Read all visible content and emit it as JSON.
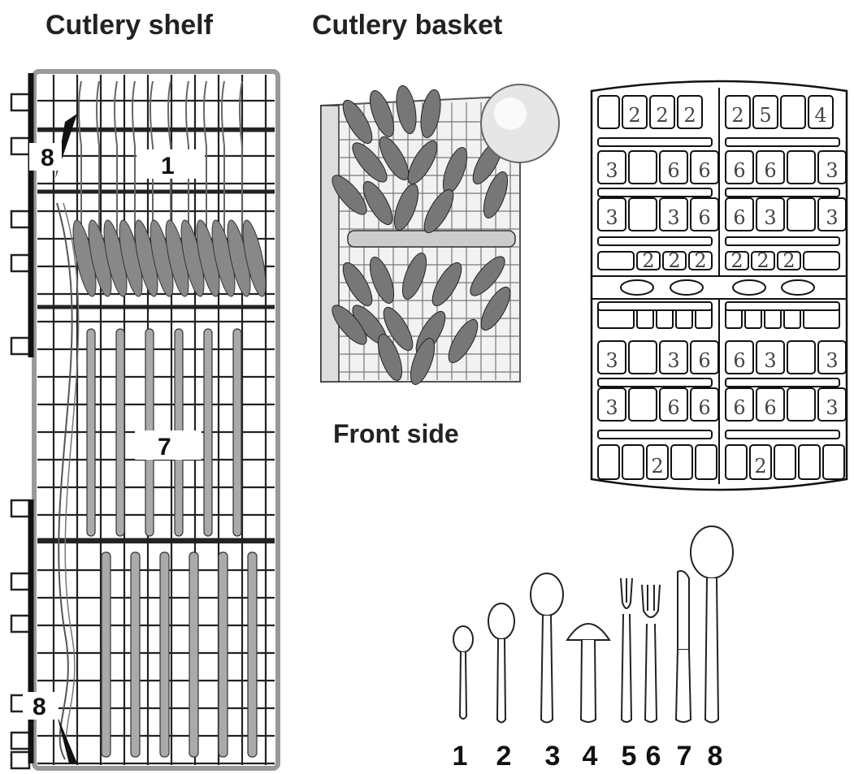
{
  "titles": {
    "shelf": "Cutlery shelf",
    "basket": "Cutlery basket",
    "front": "Front side"
  },
  "shelf_labels": {
    "top_left": "8",
    "top_center": "1",
    "middle_center": "7",
    "bottom_left": "8"
  },
  "basket_slots": {
    "row1": [
      "",
      "2",
      "2",
      "2",
      "2",
      "5",
      "",
      "4"
    ],
    "row2": [
      "3",
      "",
      "6",
      "6",
      "6",
      "6",
      "",
      "3"
    ],
    "row3": [
      "3",
      "",
      "3",
      "6",
      "6",
      "3",
      "",
      "3"
    ],
    "row4": [
      "",
      "2",
      "2",
      "2",
      "2",
      "2",
      "2",
      ""
    ],
    "row5": [
      "3",
      "",
      "3",
      "6",
      "6",
      "3",
      "",
      "3"
    ],
    "row6": [
      "3",
      "",
      "6",
      "6",
      "6",
      "6",
      "",
      "3"
    ],
    "row7": [
      "",
      "",
      "2",
      "",
      "",
      "",
      "2",
      "",
      "",
      ""
    ]
  },
  "legend_numbers": [
    "1",
    "2",
    "3",
    "4",
    "5",
    "6",
    "7",
    "8"
  ],
  "colors": {
    "line": "#111111",
    "grid": "#222222",
    "frame": "#999999",
    "label_bg": "#ffffff"
  }
}
